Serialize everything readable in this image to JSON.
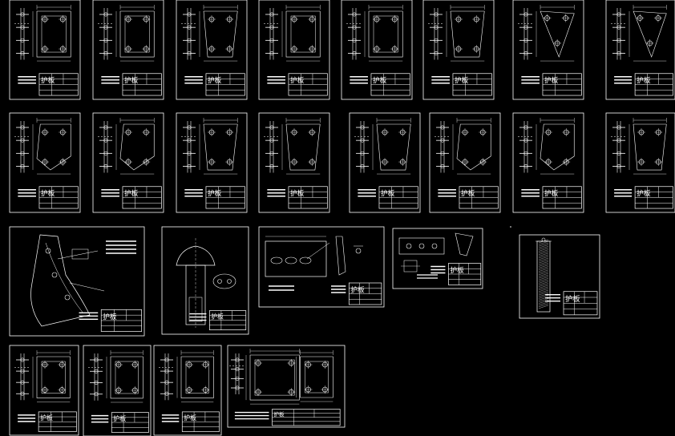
{
  "drawing_set": {
    "background": "#000000",
    "line_color": "#ffffff",
    "title_block_heading": "护板",
    "sheets": [
      {
        "id": "s1",
        "kind": "plate-rect"
      },
      {
        "id": "s2",
        "kind": "plate-rect"
      },
      {
        "id": "s3",
        "kind": "plate-trapezoid"
      },
      {
        "id": "s4",
        "kind": "plate-rect"
      },
      {
        "id": "s5",
        "kind": "plate-rect"
      },
      {
        "id": "s6",
        "kind": "plate-trapezoid"
      },
      {
        "id": "s7",
        "kind": "plate-triangle"
      },
      {
        "id": "s8",
        "kind": "plate-triangle"
      },
      {
        "id": "s9",
        "kind": "plate-angled"
      },
      {
        "id": "s10",
        "kind": "plate-angled"
      },
      {
        "id": "s11",
        "kind": "plate-trapezoid"
      },
      {
        "id": "s12",
        "kind": "plate-trapezoid"
      },
      {
        "id": "s13",
        "kind": "plate-trapezoid"
      },
      {
        "id": "s14",
        "kind": "plate-angled"
      },
      {
        "id": "s15",
        "kind": "plate-angled"
      },
      {
        "id": "s16",
        "kind": "plate-trapezoid"
      },
      {
        "id": "s17",
        "kind": "curved-guard"
      },
      {
        "id": "s18",
        "kind": "mushroom-post"
      },
      {
        "id": "s19",
        "kind": "long-bar"
      },
      {
        "id": "s20",
        "kind": "small-bar"
      },
      {
        "id": "s21",
        "kind": "hatched-column"
      },
      {
        "id": "s22",
        "kind": "plate-rect"
      },
      {
        "id": "s23",
        "kind": "plate-rect"
      },
      {
        "id": "s24",
        "kind": "plate-rect"
      },
      {
        "id": "s25",
        "kind": "plate-rect-wide"
      }
    ]
  }
}
